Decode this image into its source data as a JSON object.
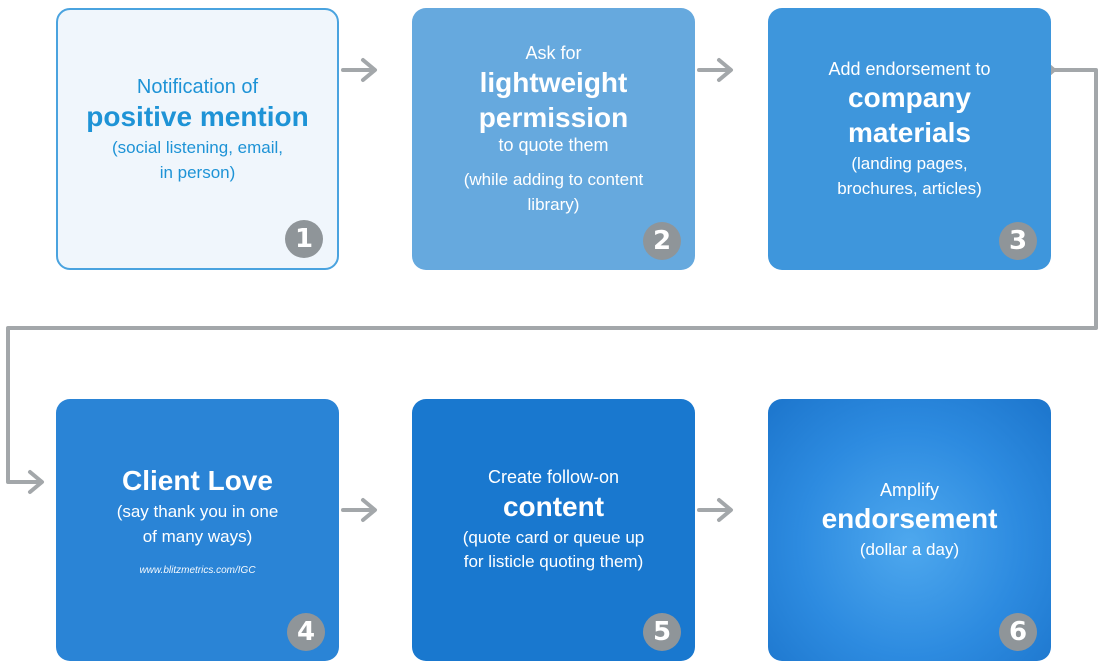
{
  "steps": [
    {
      "number": "1",
      "line1": "Notification of",
      "emph": "positive mention",
      "paren1": "(social listening, email,",
      "paren2": "in person)"
    },
    {
      "number": "2",
      "line1": "Ask for",
      "emph1": "lightweight",
      "emph2": "permission",
      "line2": "to quote them",
      "paren1": "(while adding to content",
      "paren2": "library)"
    },
    {
      "number": "3",
      "line1": "Add endorsement to",
      "emph1": "company",
      "emph2": "materials",
      "paren1": "(landing pages,",
      "paren2": "brochures, articles)"
    },
    {
      "number": "4",
      "emph": "Client Love",
      "paren1": "(say thank you in one",
      "paren2": "of many ways)",
      "url": "www.blitzmetrics.com/IGC"
    },
    {
      "number": "5",
      "line1": "Create follow-on",
      "emph": "content",
      "paren1": "(quote card or queue up",
      "paren2": "for listicle quoting them)"
    },
    {
      "number": "6",
      "line1": "Amplify",
      "emph": "endorsement",
      "paren1": "(dollar a day)"
    }
  ],
  "colors": {
    "connector": "#a3a7aa",
    "badge": "#8f9599",
    "box1_text": "#1e93d6"
  }
}
